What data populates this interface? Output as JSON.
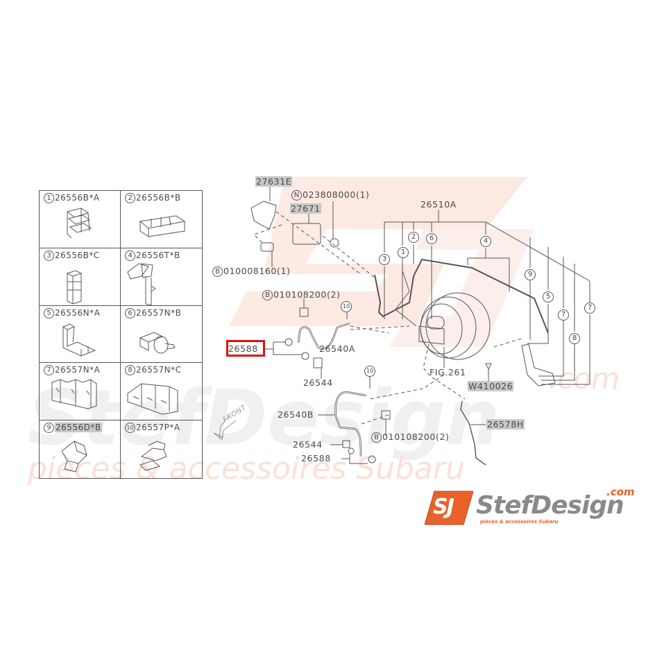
{
  "diagram": {
    "title": "Subaru brake lines / master cylinder parts diagram",
    "highlighted_part": "26588",
    "highlight_color": "#e01010",
    "watermark": {
      "brand": "StefDesign",
      "domain": ".com",
      "tagline": "pièces & accessoires Subaru",
      "color": "#f7d8cc"
    },
    "clip_table": [
      {
        "num": "1",
        "part": "26556B*A"
      },
      {
        "num": "2",
        "part": "26556B*B"
      },
      {
        "num": "3",
        "part": "26556B*C"
      },
      {
        "num": "4",
        "part": "26556T*B"
      },
      {
        "num": "5",
        "part": "26556N*A"
      },
      {
        "num": "6",
        "part": "26557N*B"
      },
      {
        "num": "7",
        "part": "26557N*A"
      },
      {
        "num": "8",
        "part": "26557N*C"
      },
      {
        "num": "9",
        "part": "26556D*B"
      },
      {
        "num": "10",
        "part": "26557P*A"
      }
    ],
    "labels": {
      "p27631e": "27631E",
      "n_prefix": "N",
      "p023808000": "023808000(1)",
      "p27671": "27671",
      "b_prefix": "B",
      "p010008160": "010008160(1)",
      "p010108200_top": "010108200(2)",
      "p26588_top": "26588",
      "p26540a": "26540A",
      "p26544_top": "26544",
      "p26540b": "26540B",
      "p26544_bottom": "26544",
      "p26588_bottom": "26588",
      "p010108200_bottom": "010108200(2)",
      "p26510a": "26510A",
      "fig261": "FIG.261",
      "w410026": "W410026",
      "p26578h": "26578H",
      "front": "FRONT"
    },
    "callouts": {
      "c3": "3",
      "c1": "1",
      "c2": "2",
      "c6": "6",
      "c4": "4",
      "c9": "9",
      "c5": "5",
      "c7a": "7",
      "c8": "8",
      "c7b": "7",
      "c10_top": "10",
      "c10_bottom": "10"
    },
    "logo": {
      "mark": "SJ",
      "brand": "StefDesign",
      "domain": ".com",
      "tagline": "pièces & accessoires Subaru",
      "mark_color": "#e8622a",
      "brand_color": "#8a8a8a"
    }
  }
}
